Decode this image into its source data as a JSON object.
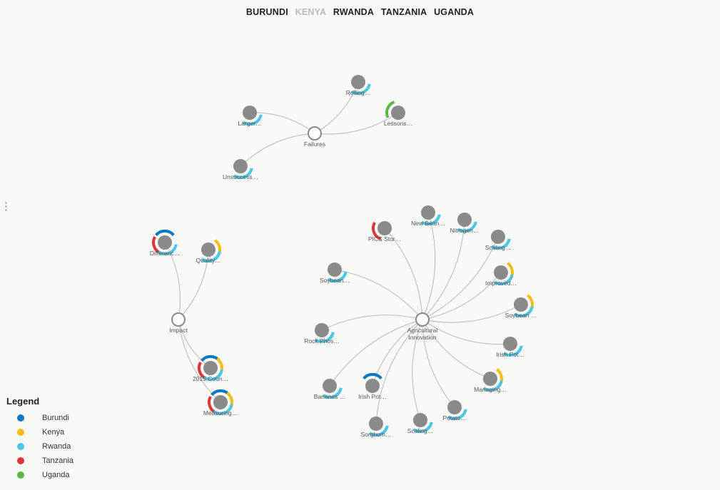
{
  "nav": {
    "countries": [
      {
        "id": "burundi",
        "label": "BURUNDI",
        "active": true
      },
      {
        "id": "kenya",
        "label": "KENYA",
        "active": false
      },
      {
        "id": "rwanda",
        "label": "RWANDA",
        "active": true
      },
      {
        "id": "tanzania",
        "label": "TANZANIA",
        "active": true
      },
      {
        "id": "uganda",
        "label": "UGANDA",
        "active": true
      }
    ],
    "active_color": "#222222",
    "inactive_color": "#bbbbbb"
  },
  "legend": {
    "title": "Legend",
    "items": [
      {
        "id": "burundi",
        "label": "Burundi",
        "color": "#0c79c1"
      },
      {
        "id": "kenya",
        "label": "Kenya",
        "color": "#f6bd17"
      },
      {
        "id": "rwanda",
        "label": "Rwanda",
        "color": "#4cc6e5"
      },
      {
        "id": "tanzania",
        "label": "Tanzania",
        "color": "#e03536"
      },
      {
        "id": "uganda",
        "label": "Uganda",
        "color": "#5cb845"
      }
    ]
  },
  "graph": {
    "node_color": "#8a8a8a",
    "edge_color": "#c2c2c2",
    "hubs": [
      {
        "id": "failures",
        "label": "Failures"
      },
      {
        "id": "impact",
        "label": "Impact"
      },
      {
        "id": "agri",
        "label": "Agricultural\nInnovation"
      }
    ],
    "nodes": [
      {
        "id": "rolling",
        "hub": "failures",
        "label": "Rolling…",
        "countries": [
          "rwanda"
        ]
      },
      {
        "id": "larger",
        "hub": "failures",
        "label": "Larger…",
        "countries": [
          "rwanda"
        ]
      },
      {
        "id": "lessons",
        "hub": "failures",
        "label": "Lessons…",
        "countries": [
          "uganda"
        ]
      },
      {
        "id": "unsuccess",
        "hub": "failures",
        "label": "Unsuccess…",
        "countries": [
          "rwanda"
        ]
      },
      {
        "id": "difference",
        "hub": "impact",
        "label": "Differenc…",
        "countries": [
          "burundi",
          "tanzania",
          "rwanda"
        ]
      },
      {
        "id": "quality",
        "hub": "impact",
        "label": "Quality…",
        "countries": [
          "kenya",
          "rwanda"
        ]
      },
      {
        "id": "count2015",
        "hub": "impact",
        "label": "2015 Coun…",
        "countries": [
          "burundi",
          "kenya",
          "tanzania",
          "rwanda"
        ]
      },
      {
        "id": "measuring",
        "hub": "impact",
        "label": "Measuring…",
        "countries": [
          "burundi",
          "kenya",
          "tanzania",
          "rwanda"
        ]
      },
      {
        "id": "pics",
        "hub": "agri",
        "label": "PICS Stor…",
        "countries": [
          "tanzania"
        ]
      },
      {
        "id": "newbean",
        "hub": "agri",
        "label": "New Bean…",
        "countries": [
          "rwanda"
        ]
      },
      {
        "id": "nitrogen",
        "hub": "agri",
        "label": "Nitrogen…",
        "countries": [
          "rwanda"
        ]
      },
      {
        "id": "scaling1",
        "hub": "agri",
        "label": "Scaling…",
        "countries": [
          "rwanda"
        ]
      },
      {
        "id": "improved",
        "hub": "agri",
        "label": "Improved…",
        "countries": [
          "kenya",
          "rwanda"
        ]
      },
      {
        "id": "soybean2",
        "hub": "agri",
        "label": "Soybean …",
        "countries": [
          "kenya",
          "rwanda"
        ]
      },
      {
        "id": "irishpot1",
        "hub": "agri",
        "label": "Irish Pot…",
        "countries": [
          "rwanda"
        ]
      },
      {
        "id": "managing",
        "hub": "agri",
        "label": "Managing…",
        "countries": [
          "kenya",
          "rwanda"
        ]
      },
      {
        "id": "potato",
        "hub": "agri",
        "label": "Potato…",
        "countries": [
          "rwanda"
        ]
      },
      {
        "id": "scaling2",
        "hub": "agri",
        "label": "Scaling…",
        "countries": [
          "rwanda"
        ]
      },
      {
        "id": "sorghum",
        "hub": "agri",
        "label": "Sorghum…",
        "countries": [
          "rwanda"
        ]
      },
      {
        "id": "irishpot2",
        "hub": "agri",
        "label": "Irish Pot…",
        "countries": [
          "burundi"
        ]
      },
      {
        "id": "bananas",
        "hub": "agri",
        "label": "Bananas …",
        "countries": [
          "rwanda"
        ]
      },
      {
        "id": "rockphos",
        "hub": "agri",
        "label": "Rock Phos…",
        "countries": [
          "rwanda"
        ]
      },
      {
        "id": "soybean1",
        "hub": "agri",
        "label": "Soybean…",
        "countries": [
          "rwanda"
        ]
      }
    ]
  }
}
